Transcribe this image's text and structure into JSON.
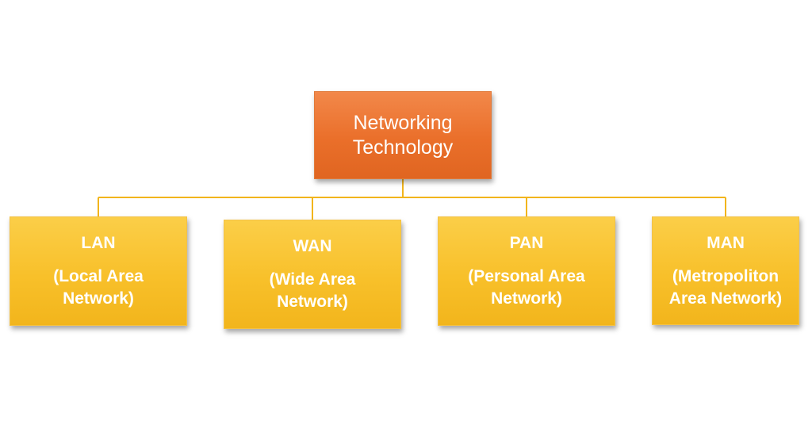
{
  "root": {
    "line1": "Networking",
    "line2": "Technology",
    "color": "#ea6f2a"
  },
  "children": [
    {
      "abbr": "LAN",
      "line1": "(Local Area",
      "line2": "Network)"
    },
    {
      "abbr": "WAN",
      "line1": "(Wide Area",
      "line2": "Network)"
    },
    {
      "abbr": "PAN",
      "line1": "(Personal Area",
      "line2": "Network)"
    },
    {
      "abbr": "MAN",
      "line1": "(Metropoliton",
      "line2": "Area Network)"
    }
  ],
  "colors": {
    "child_fill": "#f8c02a",
    "connector": "#f2b51c"
  }
}
